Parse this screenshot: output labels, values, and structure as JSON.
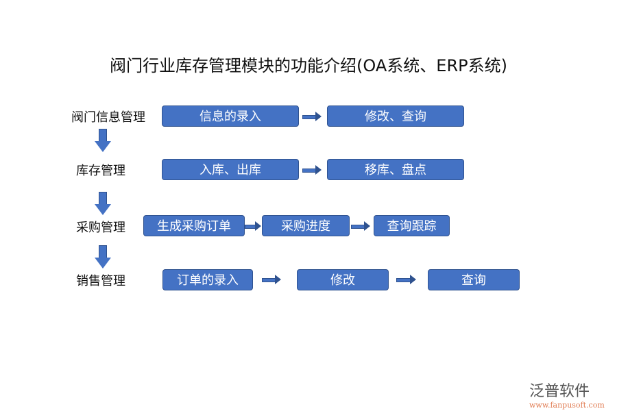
{
  "title": "阀门行业库存管理模块的功能介绍(OA系统、ERP系统)",
  "rows": [
    {
      "label": "阀门信息管理",
      "steps": [
        "信息的录入",
        "修改、查询"
      ]
    },
    {
      "label": "库存管理",
      "steps": [
        "入库、出库",
        "移库、盘点"
      ]
    },
    {
      "label": "采购管理",
      "steps": [
        "生成采购订单",
        "采购进度",
        "查询跟踪"
      ]
    },
    {
      "label": "销售管理",
      "steps": [
        "订单的录入",
        "修改",
        "查询"
      ]
    }
  ],
  "logo": {
    "name": "泛普软件",
    "url": "www.fanpusoft.com"
  },
  "colors": {
    "box": "#4472C4",
    "border": "#2F528F"
  }
}
